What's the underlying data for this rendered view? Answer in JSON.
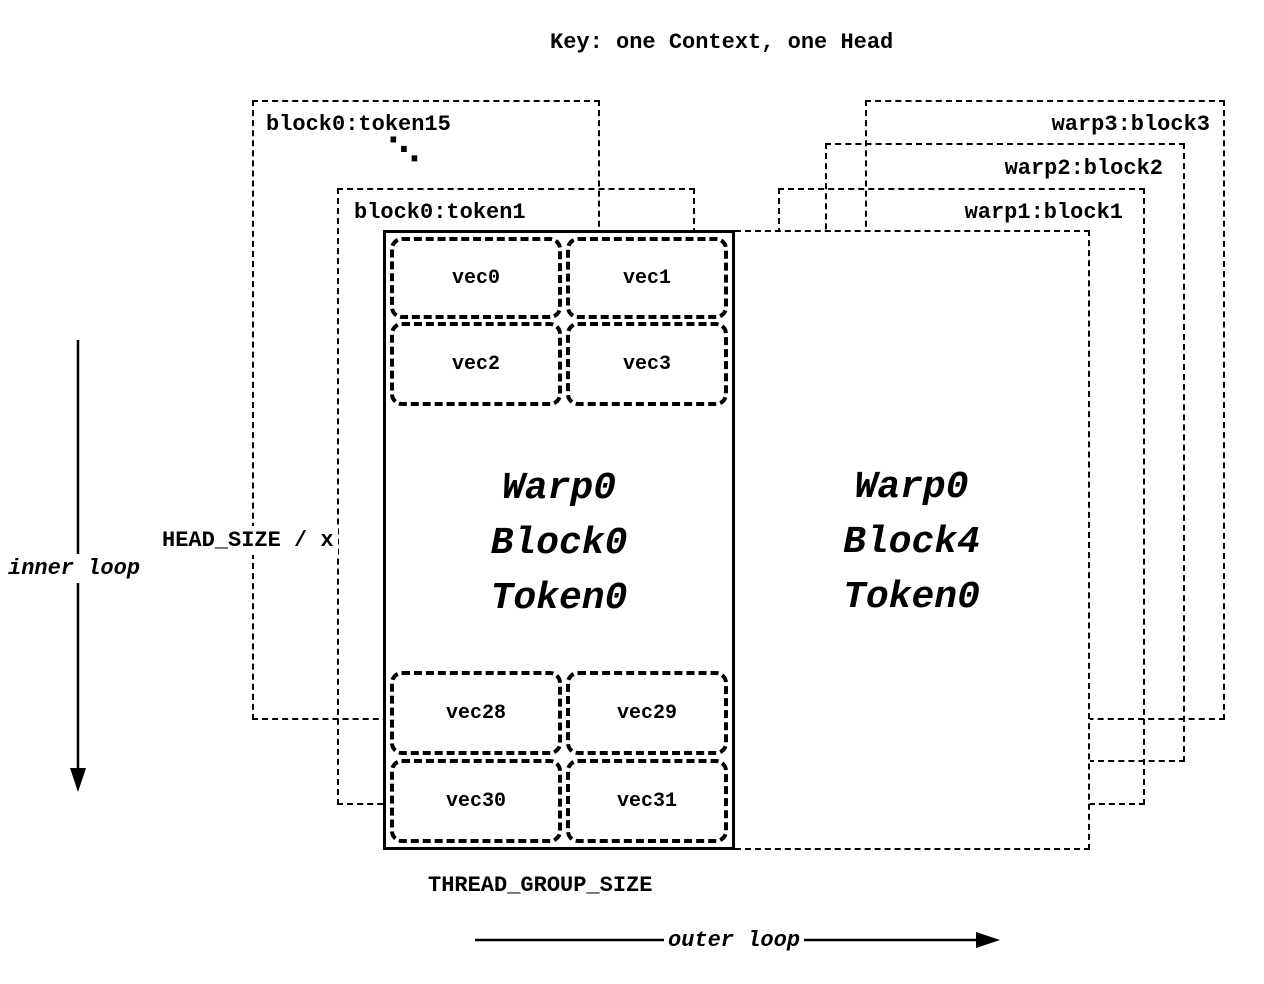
{
  "title": "Key: one Context, one Head",
  "token_stack": {
    "back_box_label": "block0:token15",
    "ellipsis": "⋱",
    "front_box_label": "block0:token1"
  },
  "warp_stack": {
    "labels": [
      "warp3:block3",
      "warp2:block2",
      "warp1:block1"
    ]
  },
  "main_block": {
    "top_vecs": [
      "vec0",
      "vec1",
      "vec2",
      "vec3"
    ],
    "bottom_vecs": [
      "vec28",
      "vec29",
      "vec30",
      "vec31"
    ],
    "lines": [
      "Warp0",
      "Block0",
      "Token0"
    ]
  },
  "right_block": {
    "lines": [
      "Warp0",
      "Block4",
      "Token0"
    ]
  },
  "axis_labels": {
    "head_size": "HEAD_SIZE / x",
    "inner_loop": "inner loop",
    "thread_group_size": "THREAD_GROUP_SIZE",
    "outer_loop": "outer loop"
  },
  "colors": {
    "stroke": "#000000",
    "background": "#ffffff"
  }
}
